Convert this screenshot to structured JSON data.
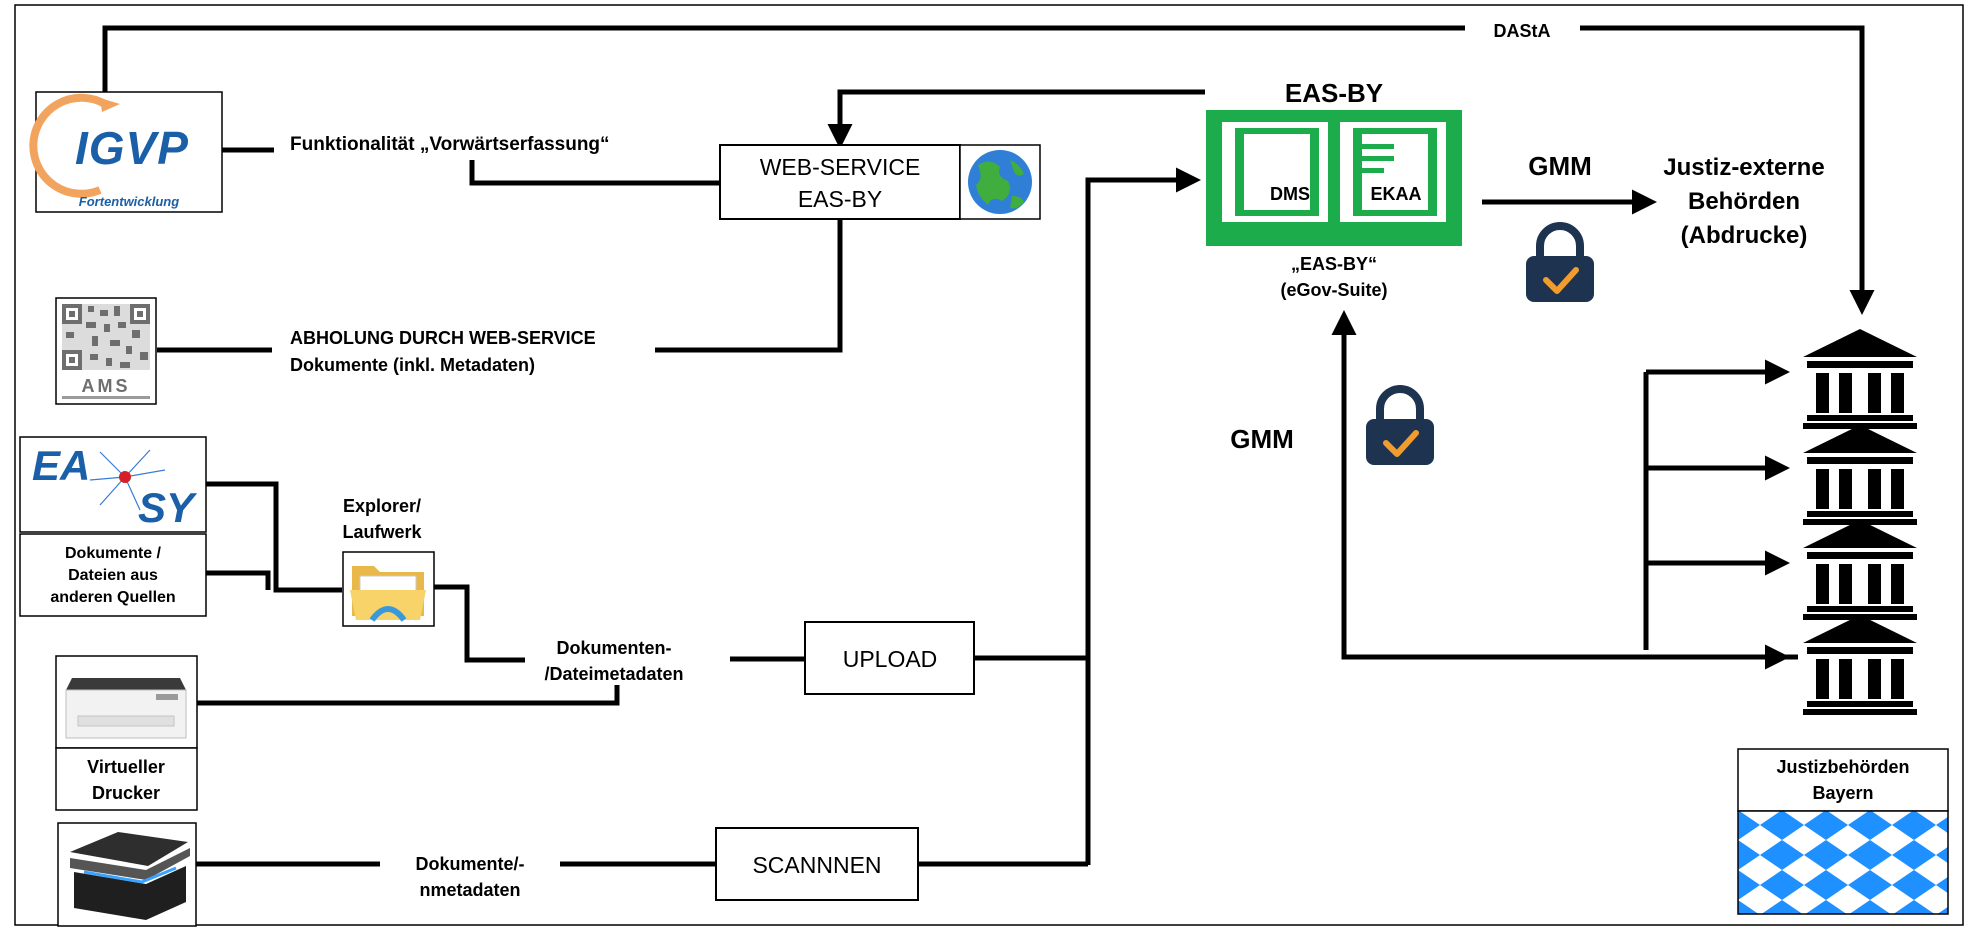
{
  "labels": {
    "dasta": "DAStA",
    "functionality": "Funktionalität „Vorwärtserfassung“",
    "fetch_line1": "ABHOLUNG DURCH WEB-SERVICE",
    "fetch_line2": "Dokumente (inkl. Metadaten)",
    "explorer_line1": "Explorer/",
    "explorer_line2": "Laufwerk",
    "doc_meta_line1": "Dokumenten-",
    "doc_meta_line2": "/Dateimetadaten",
    "scan_meta_line1": "Dokumente/-",
    "scan_meta_line2": "nmetadaten",
    "gmm_top": "GMM",
    "gmm_left": "GMM",
    "external_line1": "Justiz-externe",
    "external_line2": "Behörden",
    "external_line3": "(Abdrucke)"
  },
  "boxes": {
    "webservice_line1": "WEB-SERVICE",
    "webservice_line2": "EAS-BY",
    "upload": "UPLOAD",
    "scan": "SCANNNEN",
    "virtual_printer_line1": "Virtueller",
    "virtual_printer_line2": "Drucker",
    "other_sources_line1": "Dokumente /",
    "other_sources_line2": "Dateien aus",
    "other_sources_line3": "anderen Quellen",
    "bavaria_line1": "Justizbehörden",
    "bavaria_line2": "Bayern"
  },
  "eas": {
    "title": "EAS-BY",
    "dms": "DMS",
    "ekaa": "EKAA",
    "caption_line1": "„EAS-BY“",
    "caption_line2": "(eGov-Suite)"
  },
  "logos": {
    "igvp": "IGVP",
    "igvp_sub": "Fortentwicklung",
    "easy_left": "EA",
    "easy_right": "SY",
    "ams": "AMS"
  },
  "icons": [
    "globe-icon",
    "qr-code-icon",
    "folder-icon",
    "printer-icon",
    "scanner-icon",
    "lock-icon",
    "courthouse-icon",
    "bavaria-flag-icon"
  ],
  "colors": {
    "eas_green": "#1cac4b",
    "igvp_blue": "#1a5fa8",
    "igvp_orange": "#f2a35e",
    "lock_navy": "#1e3350",
    "check_orange": "#f39c2e",
    "flag_blue": "#1e90ff"
  }
}
